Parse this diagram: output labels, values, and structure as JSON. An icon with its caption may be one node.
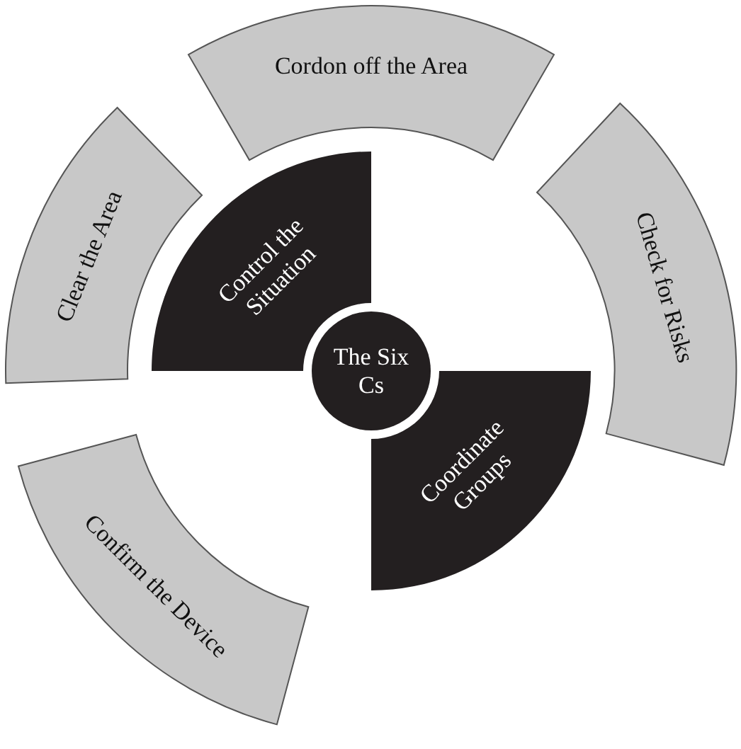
{
  "diagram": {
    "nodes": [
      {
        "text": [
          "Cordon off the Area"
        ]
      },
      {
        "text": [
          "Clear the Area"
        ]
      },
      {
        "text": [
          "Control the Situation"
        ]
      },
      {
        "text": [
          "Check for Risks"
        ]
      },
      {
        "text": [
          "The Six Cs"
        ]
      },
      {
        "text": [
          "Coordinate Groups"
        ]
      },
      {
        "text": [
          "Confirm the Device"
        ]
      }
    ]
  }
}
